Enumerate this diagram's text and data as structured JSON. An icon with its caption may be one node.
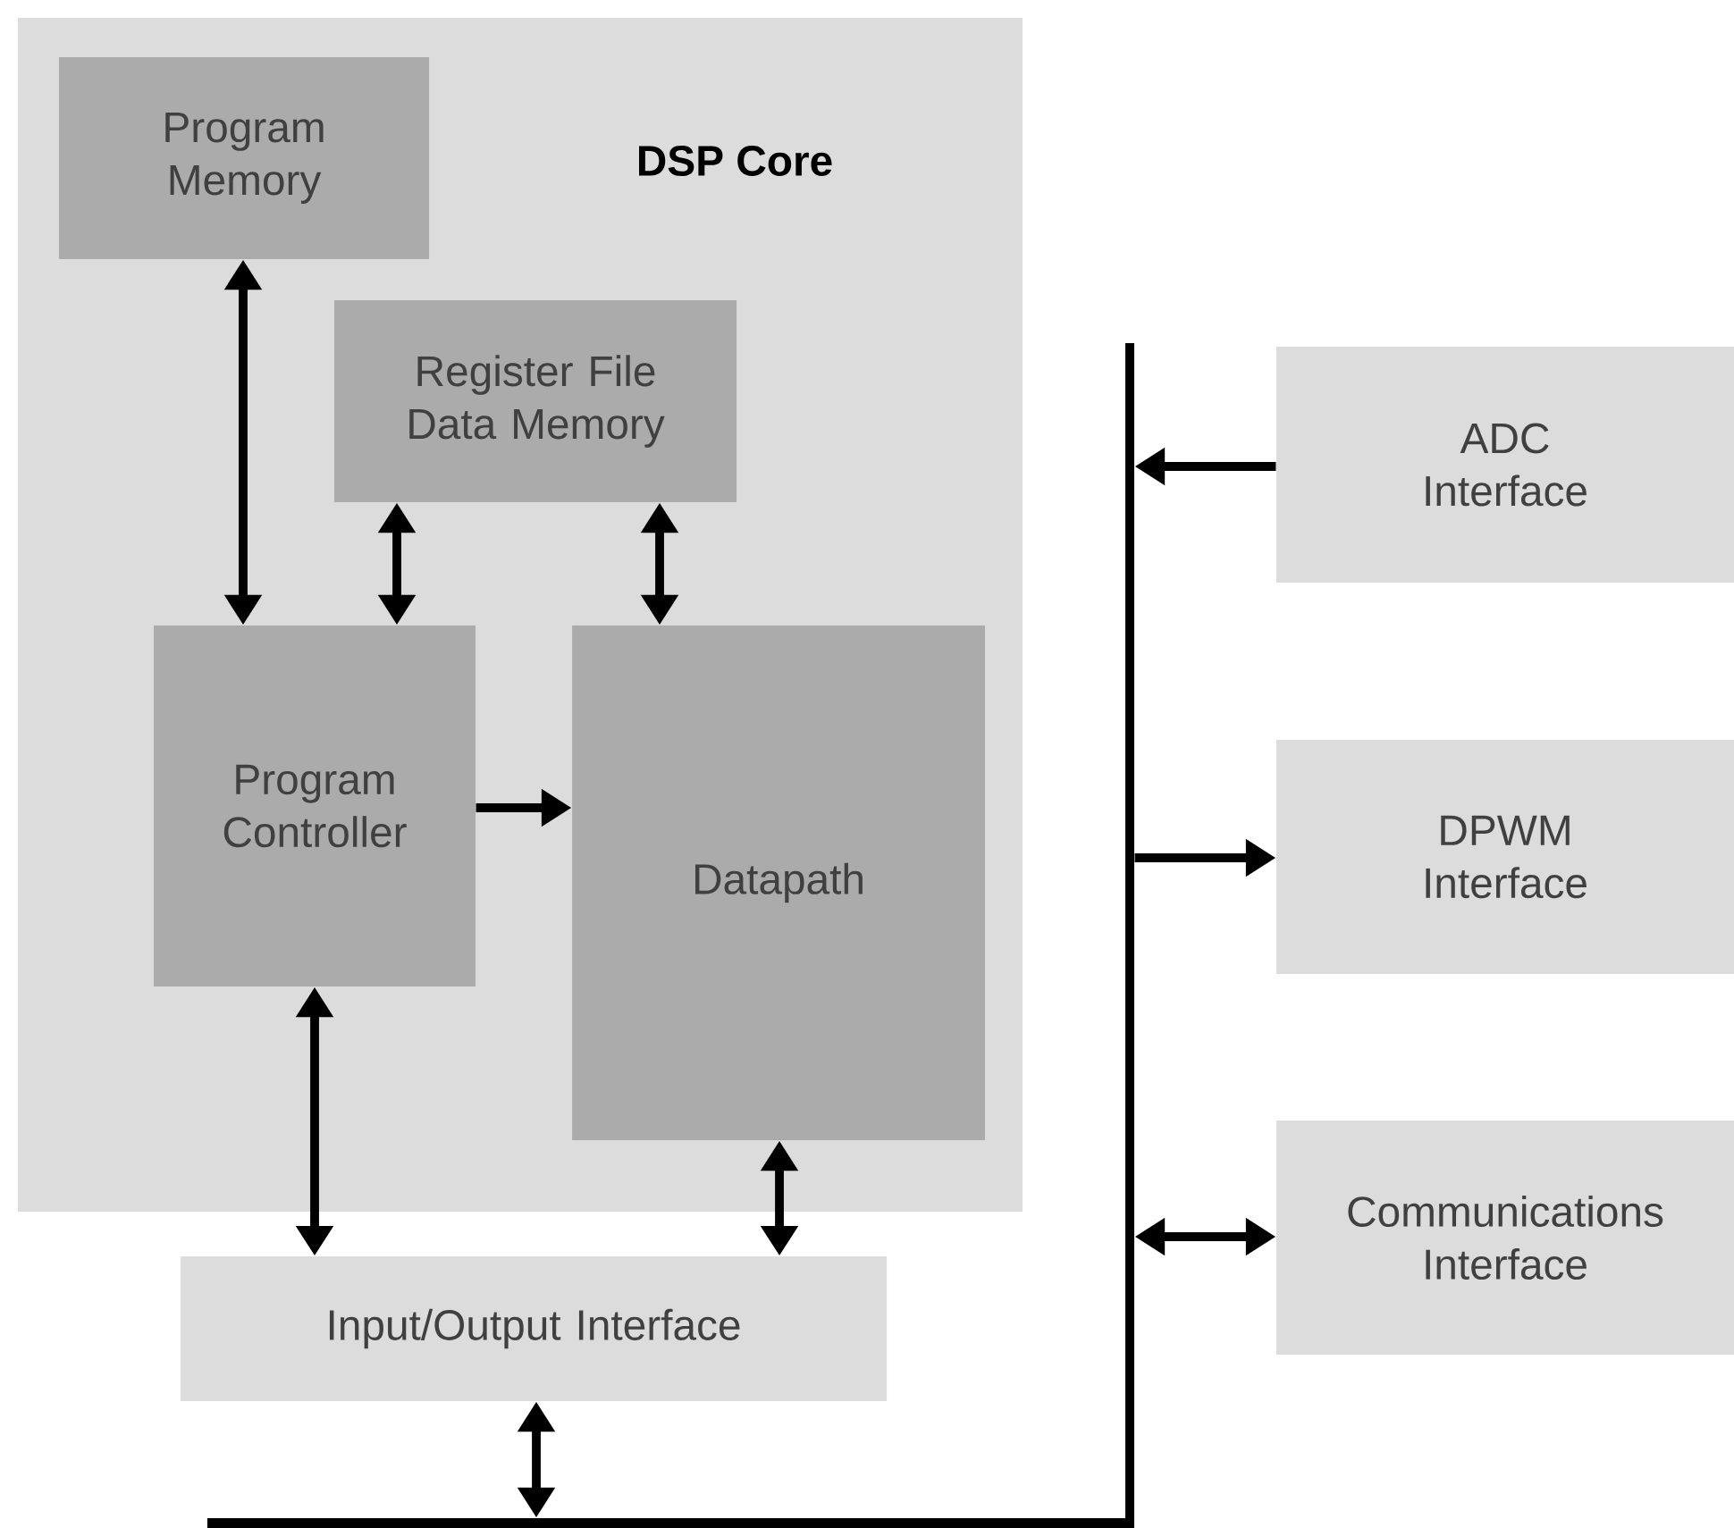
{
  "diagram": {
    "nodes": [
      {
        "text": [
          "DSP Core"
        ]
      },
      {
        "text": [
          "Program Memory"
        ],
        "in": 0
      },
      {
        "text": [
          "Register File Data Memory"
        ],
        "in": 0
      },
      {
        "text": [
          "Program Controller"
        ],
        "in": 0
      },
      {
        "text": [
          "Datapath"
        ],
        "in": 0
      },
      {
        "text": [
          "Input/Output Interface"
        ]
      },
      {
        "text": [],
        "shape": "bar"
      },
      {
        "text": [
          "ADC Interface"
        ]
      },
      {
        "text": [
          "DPWM Interface"
        ]
      },
      {
        "text": [
          "Communications Interface"
        ]
      },
      {
        "text": [],
        "shape": "bar"
      }
    ],
    "edges": [
      {
        "from": 1,
        "to": 3,
        "arrow": "both"
      },
      {
        "from": 2,
        "to": 3,
        "arrow": "both"
      },
      {
        "from": 2,
        "to": 4,
        "arrow": "both"
      },
      {
        "from": 3,
        "to": 4,
        "arrow": "to"
      },
      {
        "from": 3,
        "to": 5,
        "arrow": "both"
      },
      {
        "from": 4,
        "to": 5,
        "arrow": "both"
      },
      {
        "from": 5,
        "to": 10,
        "arrow": "both"
      },
      {
        "from": 7,
        "to": 6,
        "arrow": "to"
      },
      {
        "from": 6,
        "to": 8,
        "arrow": "to"
      },
      {
        "from": 6,
        "to": 9,
        "arrow": "both"
      }
    ]
  }
}
